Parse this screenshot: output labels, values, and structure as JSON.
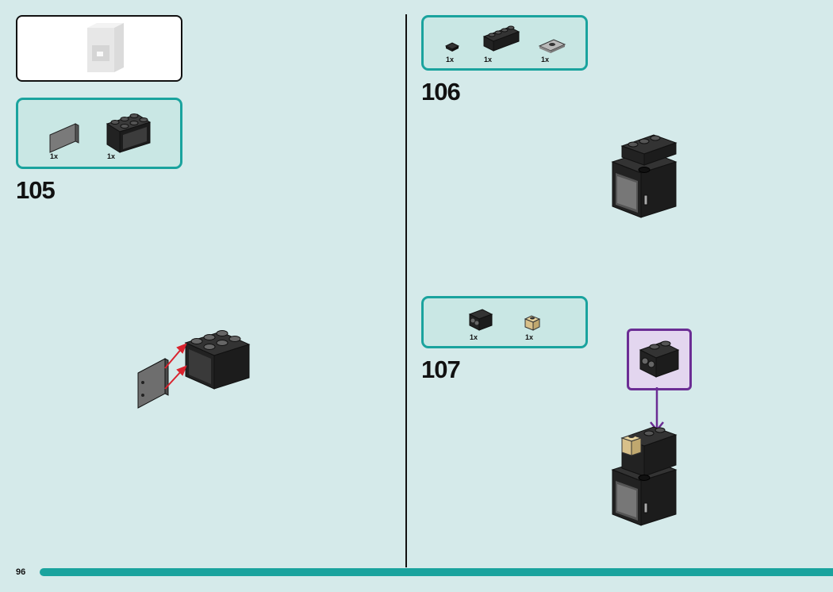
{
  "page": {
    "number": "96",
    "progress": 1.0
  },
  "step_105": {
    "number": "105",
    "parts": [
      {
        "name": "door-panel",
        "qty": "1x",
        "color": "#6e6e6e"
      },
      {
        "name": "cupboard-2x3x2",
        "qty": "1x",
        "color": "#1c1c1c"
      }
    ]
  },
  "step_106": {
    "number": "106",
    "parts": [
      {
        "name": "tile-1x1",
        "qty": "1x",
        "color": "#1c1c1c"
      },
      {
        "name": "brick-1x4",
        "qty": "1x",
        "color": "#1c1c1c"
      },
      {
        "name": "plate-1x2-jumper",
        "qty": "1x",
        "color": "#a5a5a5"
      }
    ]
  },
  "step_107": {
    "number": "107",
    "parts": [
      {
        "name": "brick-1x2-side-studs",
        "qty": "1x",
        "color": "#1c1c1c"
      },
      {
        "name": "brick-1x1-tan",
        "qty": "1x",
        "color": "#d8c08a"
      }
    ]
  },
  "colors": {
    "background": "#d5eaea",
    "accent": "#1aa39e",
    "callout_border": "#6b2d94",
    "callout_fill": "#e3d6ef",
    "arrow_red": "#d9232e"
  }
}
